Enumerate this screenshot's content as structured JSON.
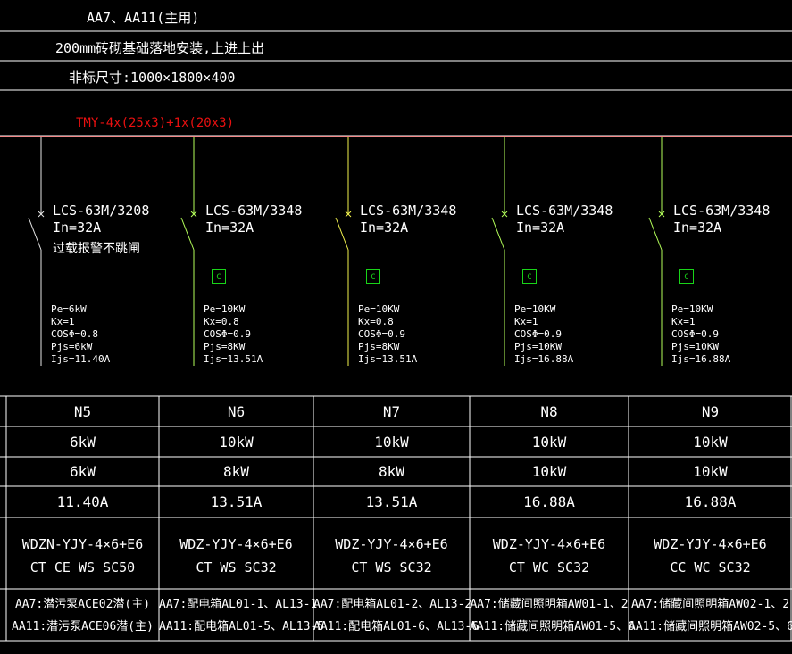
{
  "header": {
    "title": "AA7、AA11(主用)",
    "install": "200mm砖砌基础落地安装,上进上出",
    "size": "非标尺寸:1000×1800×400"
  },
  "busbar": {
    "label": "TMY-4x(25x3)+1x(20x3)",
    "color": "#e81010"
  },
  "colors": {
    "line": "#ffffff",
    "feeder_white": "#e6e6e6",
    "feeder_yellow": "#f2f24d",
    "feeder_green": "#b4ff5a",
    "marker": "#19d419"
  },
  "circuits": [
    {
      "id": "N5",
      "breaker": "LCS-63M/3208",
      "in": "In=32A",
      "note": "过载报警不跳闸",
      "contactor": "",
      "pe": "Pe=6kW",
      "kx": "Kx=1",
      "cos": "COSΦ=0.8",
      "pjs": "Pjs=6kW",
      "ijs": "Ijs=11.40A",
      "row_pe": "6kW",
      "row_pjs": "6kW",
      "row_ijs": "11.40A",
      "cable1": "WDZN-YJY-4×6+E6",
      "cable2": "CT CE WS SC50",
      "note1": "AA7:潜污泵ACE02潜(主)",
      "note2": "AA11:潜污泵ACE06潜(主)"
    },
    {
      "id": "N6",
      "breaker": "LCS-63M/3348",
      "in": "In=32A",
      "note": "",
      "contactor": "C",
      "pe": "Pe=10KW",
      "kx": "Kx=0.8",
      "cos": "COSΦ=0.9",
      "pjs": "Pjs=8KW",
      "ijs": "Ijs=13.51A",
      "row_pe": "10kW",
      "row_pjs": "8kW",
      "row_ijs": "13.51A",
      "cable1": "WDZ-YJY-4×6+E6",
      "cable2": "CT WS SC32",
      "note1": "AA7:配电箱AL01-1、AL13-1",
      "note2": "AA11:配电箱AL01-5、AL13-5"
    },
    {
      "id": "N7",
      "breaker": "LCS-63M/3348",
      "in": "In=32A",
      "note": "",
      "contactor": "C",
      "pe": "Pe=10KW",
      "kx": "Kx=0.8",
      "cos": "COSΦ=0.9",
      "pjs": "Pjs=8KW",
      "ijs": "Ijs=13.51A",
      "row_pe": "10kW",
      "row_pjs": "8kW",
      "row_ijs": "13.51A",
      "cable1": "WDZ-YJY-4×6+E6",
      "cable2": "CT WS SC32",
      "note1": "AA7:配电箱AL01-2、AL13-2",
      "note2": "AA11:配电箱AL01-6、AL13-6"
    },
    {
      "id": "N8",
      "breaker": "LCS-63M/3348",
      "in": "In=32A",
      "note": "",
      "contactor": "C",
      "pe": "Pe=10KW",
      "kx": "Kx=1",
      "cos": "COSΦ=0.9",
      "pjs": "Pjs=10KW",
      "ijs": "Ijs=16.88A",
      "row_pe": "10kW",
      "row_pjs": "10kW",
      "row_ijs": "16.88A",
      "cable1": "WDZ-YJY-4×6+E6",
      "cable2": "CT WC SC32",
      "note1": "AA7:储藏间照明箱AW01-1、2",
      "note2": "AA11:储藏间照明箱AW01-5、6"
    },
    {
      "id": "N9",
      "breaker": "LCS-63M/3348",
      "in": "In=32A",
      "note": "",
      "contactor": "C",
      "pe": "Pe=10KW",
      "kx": "Kx=1",
      "cos": "COSΦ=0.9",
      "pjs": "Pjs=10KW",
      "ijs": "Ijs=16.88A",
      "row_pe": "10kW",
      "row_pjs": "10kW",
      "row_ijs": "16.88A",
      "cable1": "WDZ-YJY-4×6+E6",
      "cable2": "CC WC SC32",
      "note1": "AA7:储藏间照明箱AW02-1、2",
      "note2": "AA11:储藏间照明箱AW02-5、6"
    }
  ]
}
